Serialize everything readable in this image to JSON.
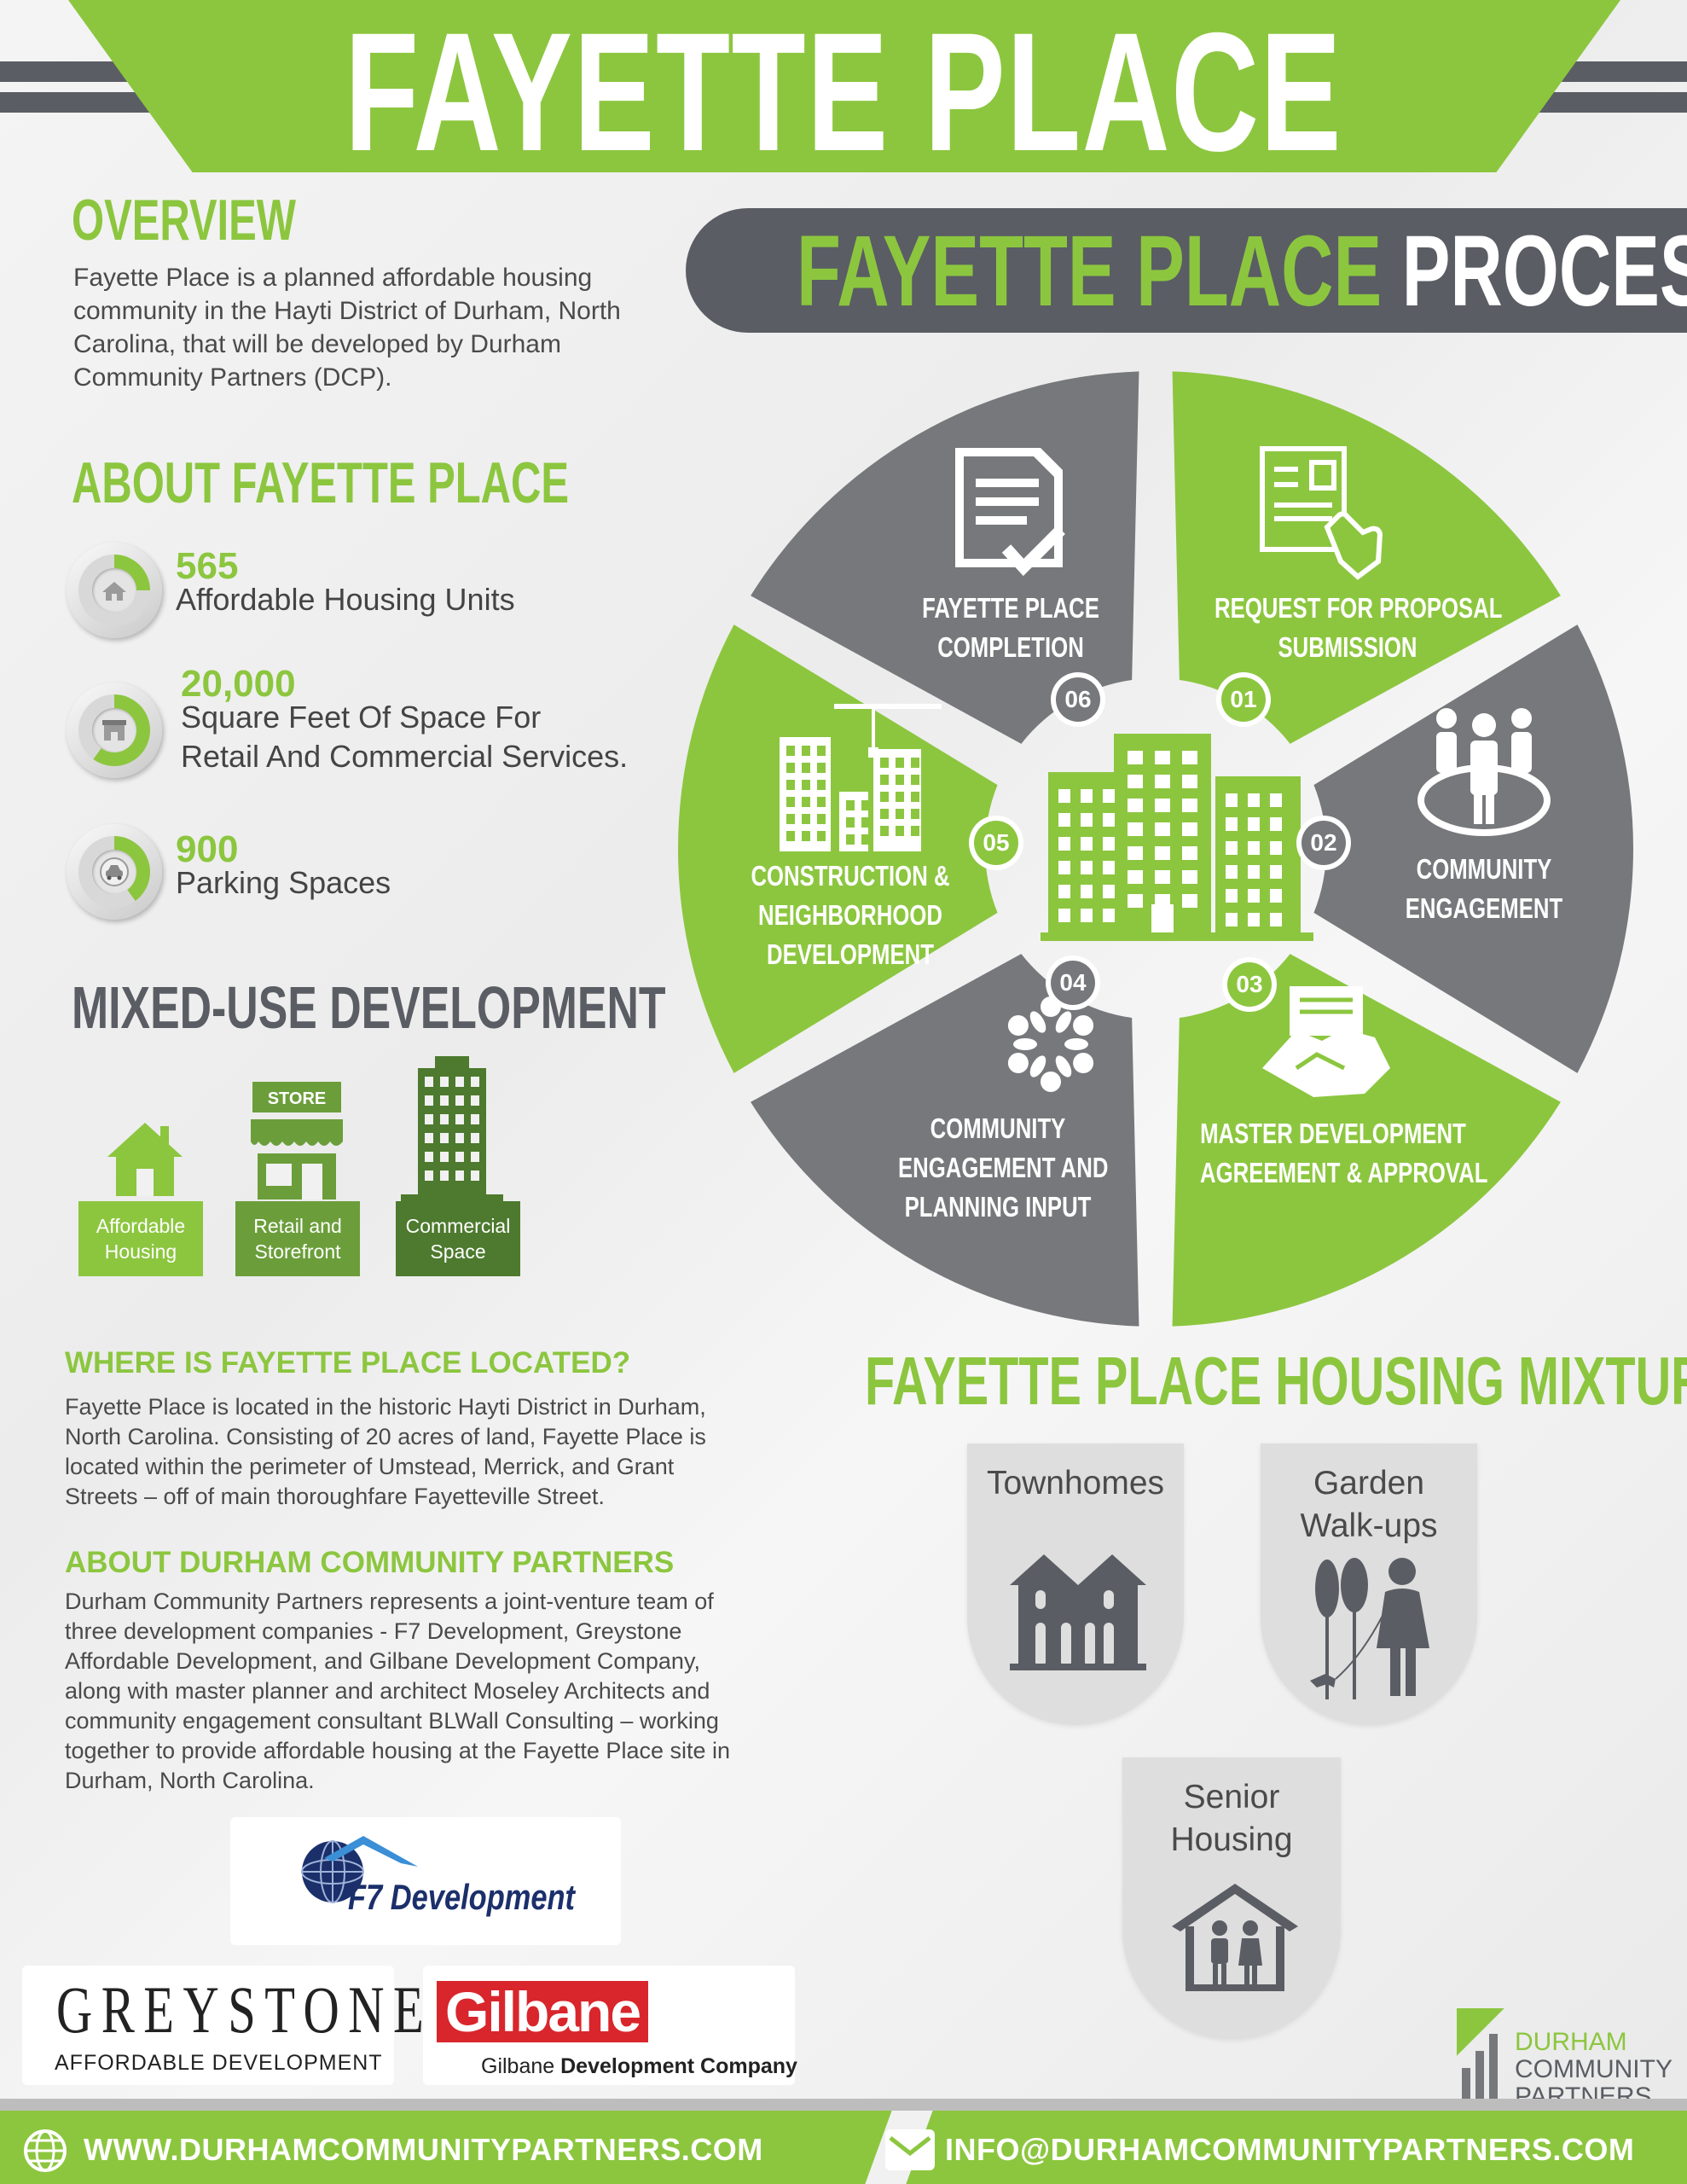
{
  "header": {
    "title": "FAYETTE PLACE"
  },
  "overview": {
    "heading": "OVERVIEW",
    "lines": [
      "Fayette Place is a planned affordable housing",
      "community in the Hayti District of Durham, North",
      "Carolina, that will be developed by Durham",
      "Community Partners (DCP)."
    ]
  },
  "about": {
    "heading": "ABOUT FAYETTE PLACE",
    "stats": [
      {
        "number": "565",
        "lines": [
          "Affordable Housing Units"
        ],
        "fill_percent": 25,
        "icon": "house-icon"
      },
      {
        "number": "20,000",
        "lines": [
          "Square Feet Of Space For",
          "Retail And Commercial Services."
        ],
        "fill_percent": 60,
        "icon": "store-icon"
      },
      {
        "number": "900",
        "lines": [
          "Parking Spaces"
        ],
        "fill_percent": 40,
        "icon": "car-icon"
      }
    ]
  },
  "mixed_use": {
    "heading": "MIXED-USE DEVELOPMENT",
    "store_sign": "STORE",
    "items": [
      {
        "lines": [
          "Affordable",
          "Housing"
        ],
        "color": "#8cc63f"
      },
      {
        "lines": [
          "Retail and",
          "Storefront"
        ],
        "color": "#6b9e3a"
      },
      {
        "lines": [
          "Commercial",
          "Space"
        ],
        "color": "#4d7a2e"
      }
    ]
  },
  "process": {
    "title_green": "FAYETTE PLACE",
    "title_white": "PROCESS",
    "steps": [
      {
        "number": "01",
        "lines": [
          "REQUEST FOR PROPOSAL",
          "SUBMISSION"
        ],
        "color": "#8cc63f"
      },
      {
        "number": "02",
        "lines": [
          "COMMUNITY",
          "ENGAGEMENT"
        ],
        "color": "#77787b"
      },
      {
        "number": "03",
        "lines": [
          "MASTER DEVELOPMENT",
          "AGREEMENT &  APPROVAL"
        ],
        "color": "#8cc63f"
      },
      {
        "number": "04",
        "lines": [
          "COMMUNITY",
          "ENGAGEMENT AND",
          "PLANNING INPUT"
        ],
        "color": "#77787b"
      },
      {
        "number": "05",
        "lines": [
          "CONSTRUCTION &",
          "NEIGHBORHOOD",
          "DEVELOPMENT"
        ],
        "color": "#8cc63f"
      },
      {
        "number": "06",
        "lines": [
          "FAYETTE PLACE",
          "COMPLETION"
        ],
        "color": "#77787b"
      }
    ]
  },
  "location": {
    "heading": "WHERE IS FAYETTE PLACE LOCATED?",
    "lines": [
      "Fayette Place is located in the historic Hayti District in Durham,",
      "North Carolina. Consisting of 20 acres of land, Fayette Place is",
      "located within the perimeter of Umstead, Merrick, and Grant",
      "Streets – off of main thoroughfare Fayetteville Street."
    ]
  },
  "dcp": {
    "heading": "ABOUT DURHAM COMMUNITY PARTNERS",
    "lines": [
      "Durham Community Partners represents a joint-venture team of",
      "three development companies - F7 Development, Greystone",
      "Affordable Development, and Gilbane Development Company,",
      "along with master planner and architect Moseley Architects and",
      "community engagement consultant BLWall Consulting – working",
      "together to provide affordable housing at the Fayette Place site in",
      "Durham, North Carolina."
    ]
  },
  "housing_mix": {
    "heading": "FAYETTE PLACE HOUSING MIXTURE",
    "types": [
      {
        "lines": [
          "Townhomes"
        ]
      },
      {
        "lines": [
          "Garden",
          "Walk-ups"
        ]
      },
      {
        "lines": [
          "Senior",
          "Housing"
        ]
      }
    ]
  },
  "logos": {
    "f7": "F7 Development",
    "greystone_name": "GREYSTONE",
    "greystone_sub": "AFFORDABLE DEVELOPMENT",
    "gilbane_name": "Gilbane",
    "gilbane_sub_prefix": "Gilbane ",
    "gilbane_sub_bold": "Development Company",
    "dcp_lines": [
      "DURHAM",
      "COMMUNITY",
      "PARTNERS"
    ]
  },
  "footer": {
    "website": "WWW.DURHAMCOMMUNITYPARTNERS.COM",
    "email": "INFO@DURHAMCOMMUNITYPARTNERS.COM"
  },
  "colors": {
    "brand_green": "#8cc63f",
    "dark_gray": "#5a5d63",
    "step_gray": "#77787b"
  }
}
